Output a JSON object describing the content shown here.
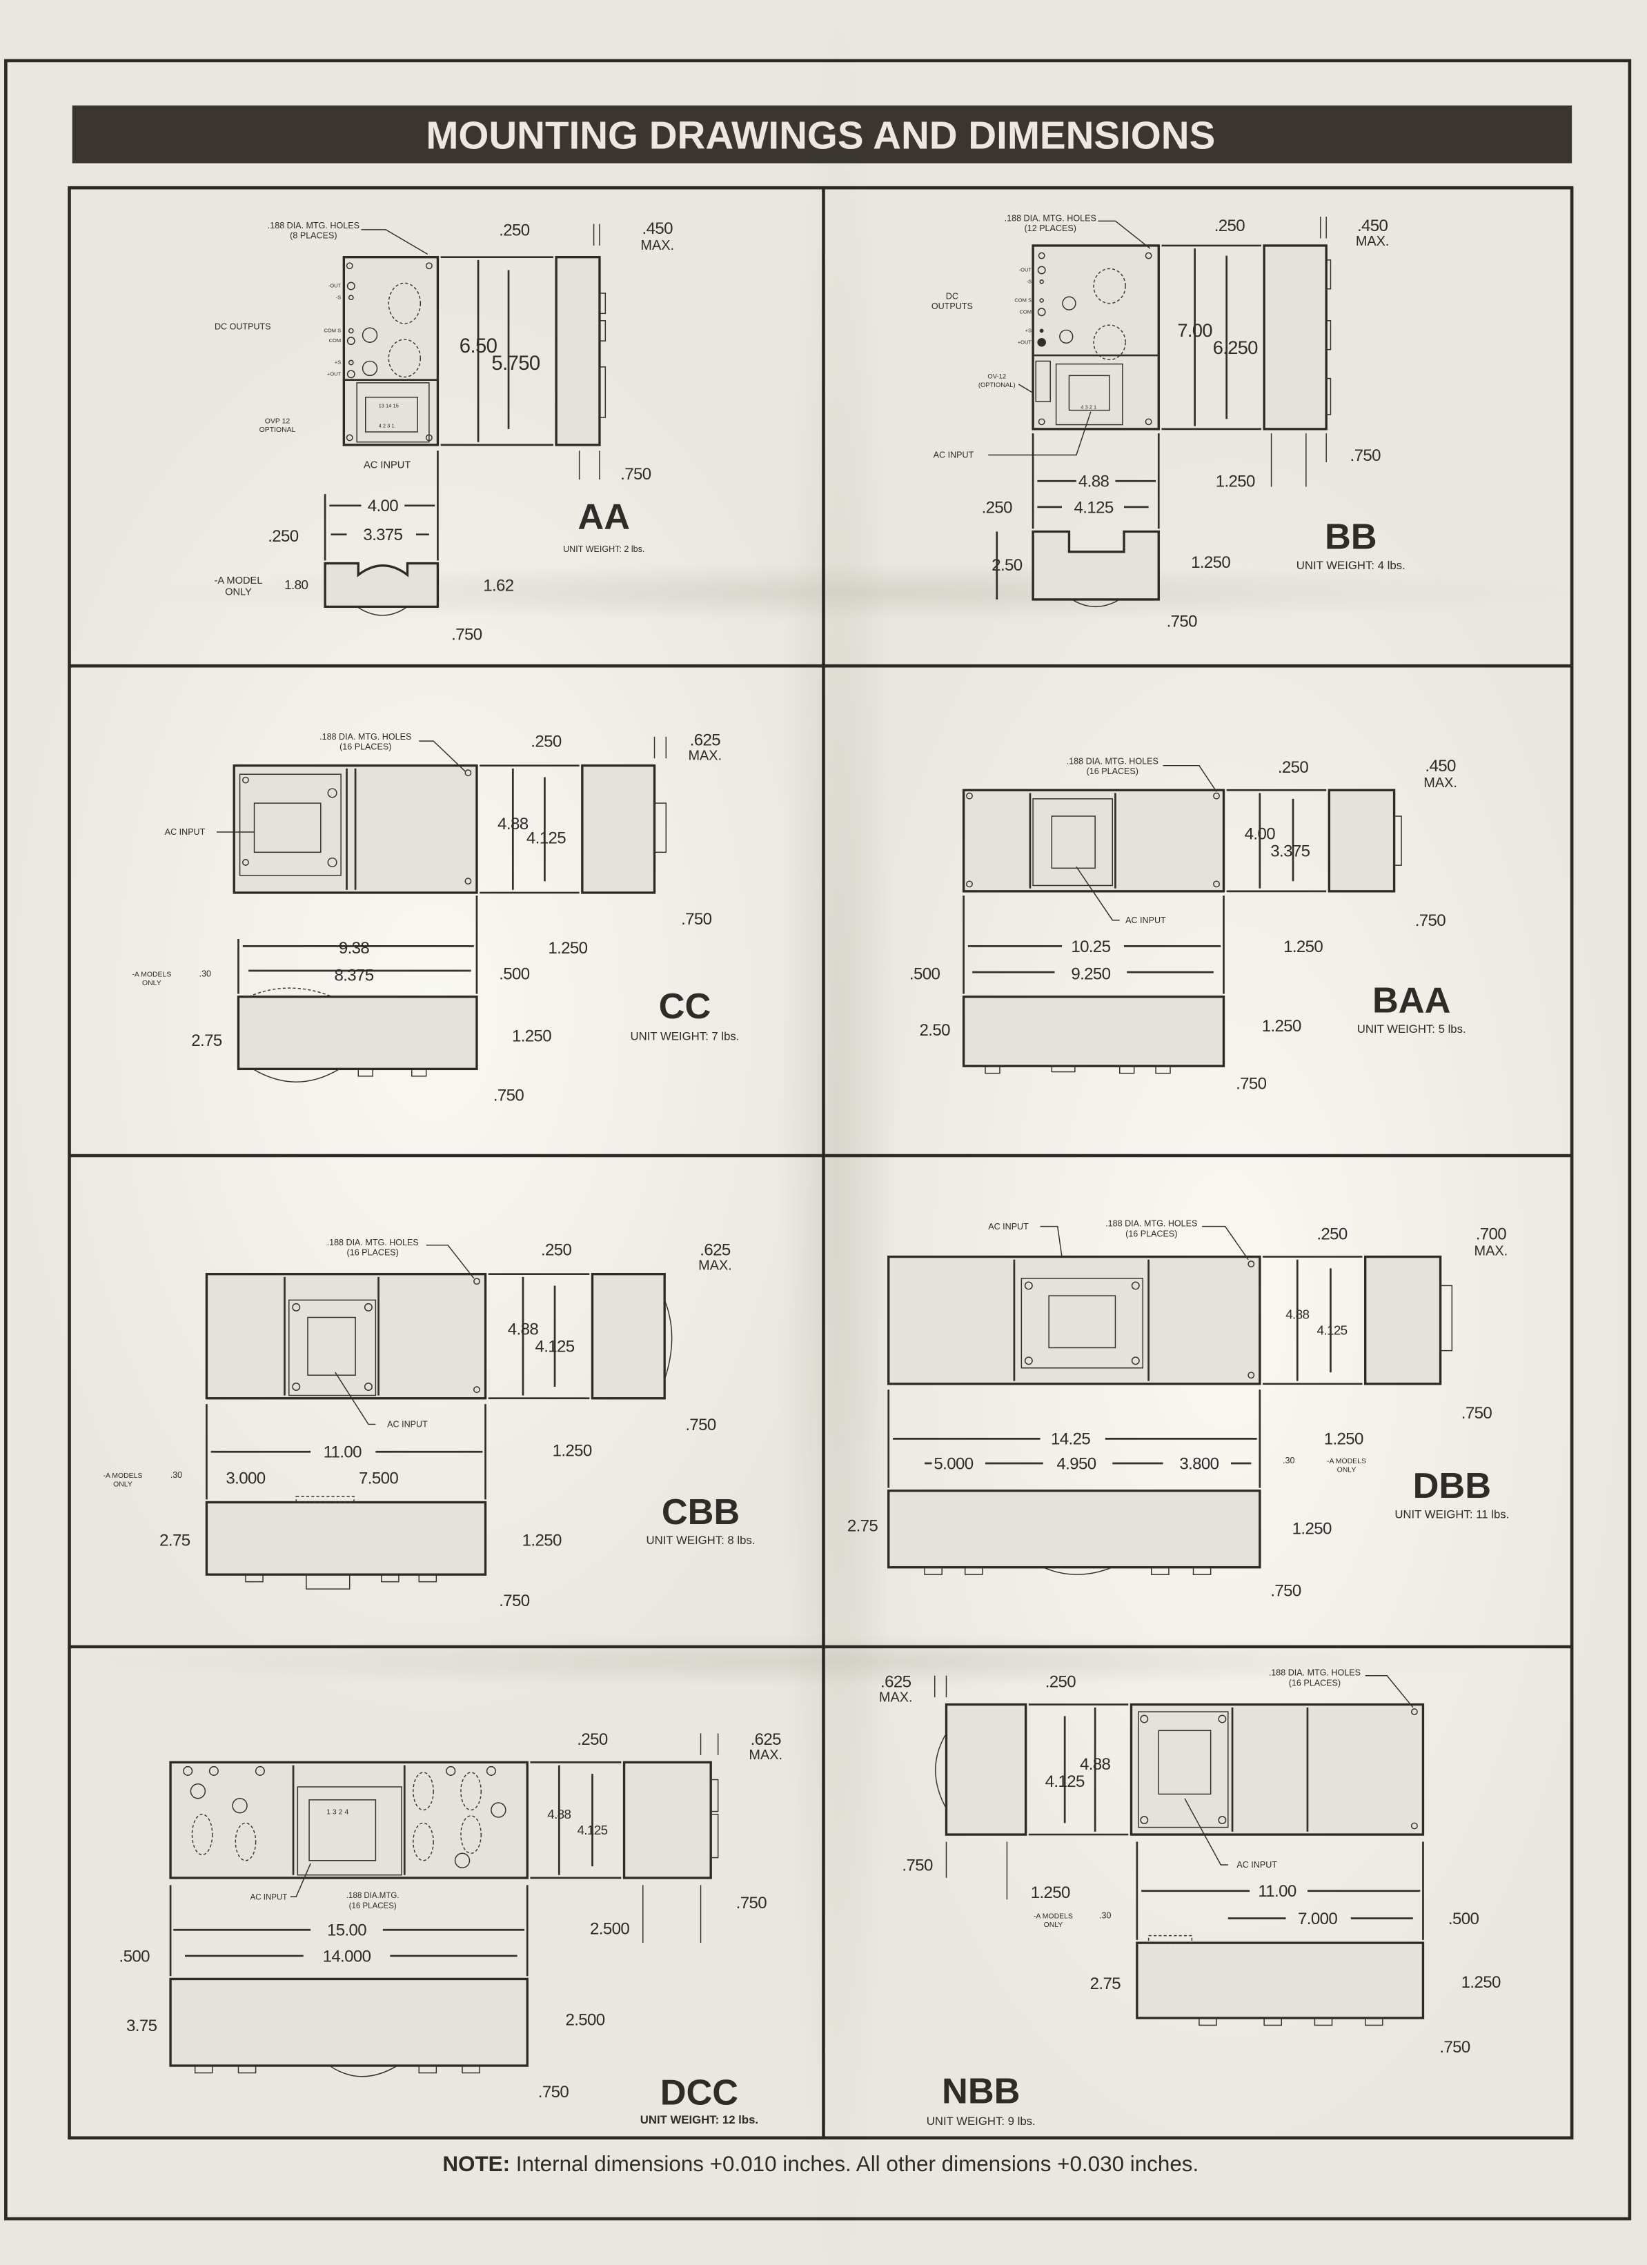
{
  "title": "MOUNTING DRAWINGS AND DIMENSIONS",
  "note": {
    "label": "NOTE:",
    "text": "Internal dimensions +0.010 inches. All other dimensions +0.030 inches."
  },
  "panels": {
    "aa": {
      "model": "AA",
      "weight": "UNIT WEIGHT: 2 lbs.",
      "holes": [
        ".188 DIA. MTG. HOLES",
        "(8 PLACES)"
      ],
      "dc_outputs": "DC OUTPUTS",
      "pins": [
        "-OUT",
        "-S",
        "COM S",
        "COM",
        "+S",
        "+OUT"
      ],
      "ovp": [
        "OVP 12",
        "OPTIONAL"
      ],
      "ac_input": "AC INPUT",
      "terminals": [
        "13 14 15",
        "4 2 3 1"
      ],
      "a_model": [
        "-A MODEL",
        "ONLY"
      ],
      "dims": [
        ".250",
        ".450",
        "MAX.",
        "6.50",
        "5.750",
        ".750",
        "4.00",
        ".250",
        "3.375",
        "1.80",
        "1.62",
        ".750"
      ]
    },
    "bb": {
      "model": "BB",
      "weight": "UNIT WEIGHT: 4 lbs.",
      "holes": [
        ".188 DIA. MTG. HOLES",
        "(12 PLACES)"
      ],
      "dc_outputs": [
        "DC",
        "OUTPUTS"
      ],
      "pins": [
        "-OUT",
        "-S",
        "COM S",
        "COM",
        "+S",
        "+OUT"
      ],
      "ovp": [
        "OV-12",
        "(OPTIONAL)"
      ],
      "ac_input": "AC INPUT",
      "terminals": "4 3 2 1",
      "dims": [
        ".250",
        ".450",
        "MAX.",
        "7.00",
        "6.250",
        ".750",
        "1.250",
        "4.88",
        ".250",
        "4.125",
        "2.50",
        "1.250",
        ".750"
      ]
    },
    "cc": {
      "model": "CC",
      "weight": "UNIT WEIGHT: 7 lbs.",
      "holes": [
        ".188 DIA. MTG. HOLES",
        "(16 PLACES)"
      ],
      "ac_input": "AC INPUT",
      "a_models": [
        "-A MODELS",
        "ONLY"
      ],
      "dims": [
        ".250",
        ".625",
        "MAX.",
        "4.88",
        "4.125",
        ".750",
        "1.250",
        "9.38",
        "8.375",
        ".500",
        ".30",
        "2.75",
        "1.250",
        ".750"
      ]
    },
    "baa": {
      "model": "BAA",
      "weight": "UNIT WEIGHT: 5 lbs.",
      "holes": [
        ".188 DIA. MTG. HOLES",
        "(16 PLACES)"
      ],
      "ac_input": "AC INPUT",
      "dims": [
        ".250",
        ".450",
        "MAX.",
        "4.00",
        "3.375",
        ".750",
        "1.250",
        "10.25",
        "9.250",
        ".500",
        "2.50",
        "1.250",
        ".750"
      ]
    },
    "cbb": {
      "model": "CBB",
      "weight": "UNIT WEIGHT: 8 lbs.",
      "holes": [
        ".188 DIA. MTG. HOLES",
        "(16 PLACES)"
      ],
      "ac_input": "AC INPUT",
      "a_models": [
        "-A MODELS",
        "ONLY"
      ],
      "dims": [
        ".250",
        ".625",
        "MAX.",
        "4.88",
        "4.125",
        ".750",
        "1.250",
        "11.00",
        "3.000",
        "7.500",
        ".30",
        "2.75",
        "1.250",
        ".750"
      ]
    },
    "dbb": {
      "model": "DBB",
      "weight": "UNIT WEIGHT: 11 lbs.",
      "holes": [
        ".188 DIA. MTG. HOLES",
        "(16 PLACES)"
      ],
      "ac_input": "AC INPUT",
      "a_models": [
        "-A MODELS",
        "ONLY"
      ],
      "dims": [
        ".250",
        ".700",
        "MAX.",
        "4.88",
        "4.125",
        ".750",
        "1.250",
        "14.25",
        "5.000",
        "4.950",
        "3.800",
        ".30",
        "2.75",
        "1.250",
        ".750"
      ]
    },
    "dcc": {
      "model": "DCC",
      "weight": "UNIT WEIGHT: 12 lbs.",
      "holes": [
        ".188 DIA.MTG.",
        "(16 PLACES)"
      ],
      "ac_input": "AC INPUT",
      "terminals": "1 3 2 4",
      "dims": [
        ".250",
        ".625",
        "MAX.",
        "4.88",
        "4.125",
        ".750",
        "2.500",
        "15.00",
        ".500",
        "14.000",
        "3.75",
        "2.500",
        ".750"
      ]
    },
    "nbb": {
      "model": "NBB",
      "weight": "UNIT WEIGHT: 9 lbs.",
      "holes": [
        ".188 DIA. MTG. HOLES",
        "(16 PLACES)"
      ],
      "ac_input": "AC INPUT",
      "a_models": [
        "-A MODELS",
        "ONLY"
      ],
      "dims": [
        ".625",
        "MAX.",
        ".250",
        "4.88",
        "4.125",
        ".750",
        "1.250",
        ".30",
        "11.00",
        "7.000",
        ".500",
        "2.75",
        "1.250",
        ".750"
      ]
    }
  }
}
